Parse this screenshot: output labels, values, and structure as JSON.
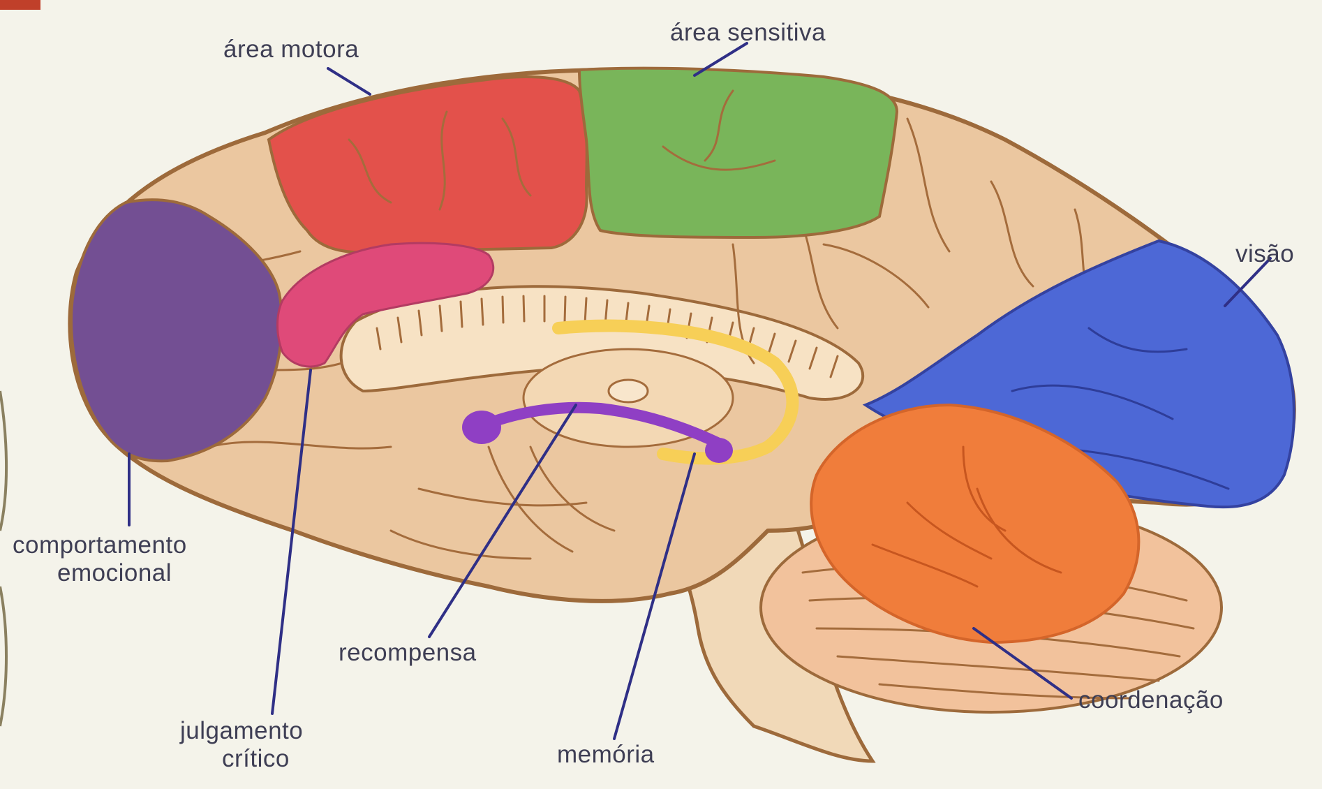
{
  "colors": {
    "background": "#f4f3ea",
    "cortex": "#ebc7a0",
    "cortex_outline": "#9d6a3b",
    "motor": "#e3514b",
    "sensory": "#79b55a",
    "emotional": "#734f93",
    "judgement": "#df4a79",
    "vision": "#4d68d6",
    "coordination": "#f07d3b",
    "reward": "#8f3fc4",
    "memory": "#f7cf57",
    "leader_line": "#2f2f86",
    "label_text": "#3e3e54"
  },
  "labels": {
    "motor_area": "área motora",
    "sensory_area": "área sensitiva",
    "vision": "visão",
    "emotional_behavior": [
      "comportamento",
      "emocional"
    ],
    "critical_judgement": [
      "julgamento",
      "crítico"
    ],
    "reward": "recompensa",
    "memory": "memória",
    "coordination": "coordenação"
  }
}
